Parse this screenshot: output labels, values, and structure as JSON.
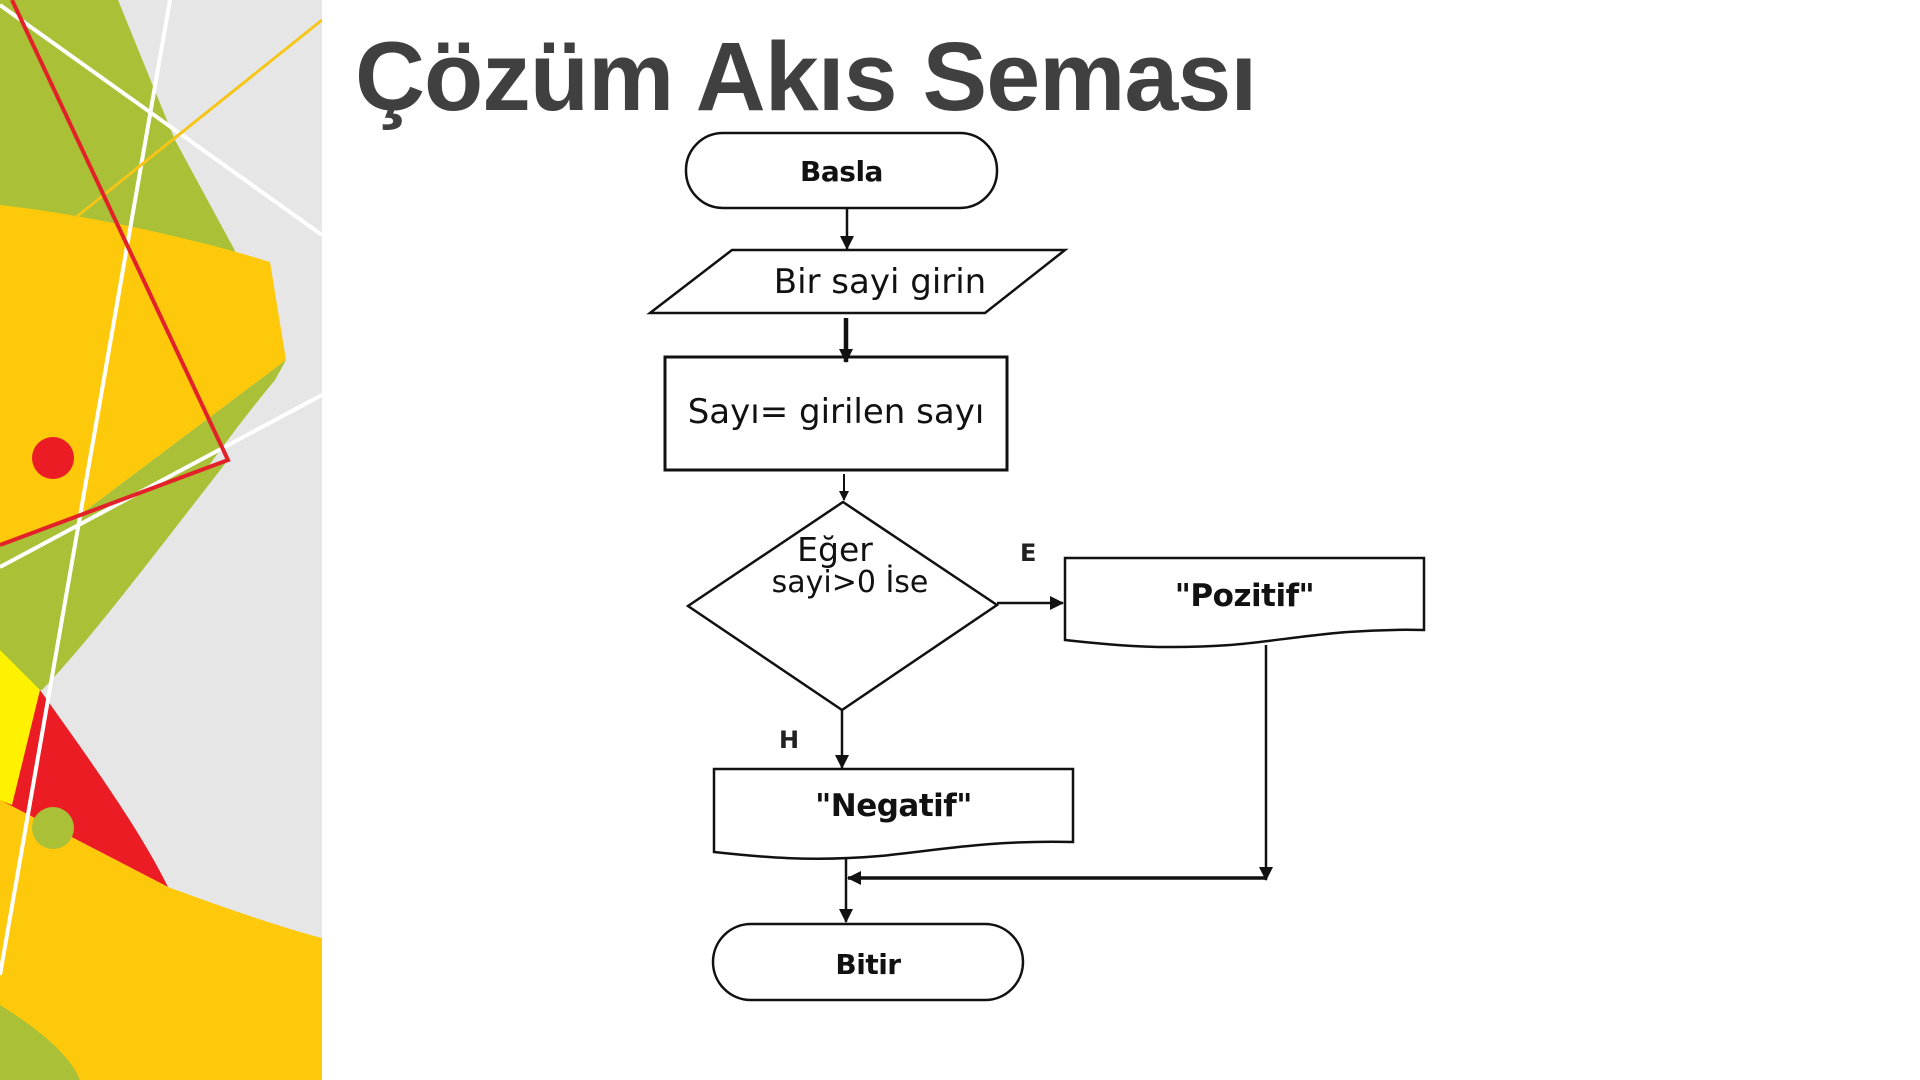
{
  "slide": {
    "title": "Çözüm Akıs Seması"
  },
  "flowchart": {
    "nodes": [
      {
        "id": "start",
        "type": "terminator",
        "label": "Basla"
      },
      {
        "id": "input",
        "type": "input-output",
        "label": "Bir sayi girin"
      },
      {
        "id": "assign",
        "type": "process",
        "label": "Sayı= girilen sayı"
      },
      {
        "id": "decision",
        "type": "decision",
        "label_line1": "Eğer",
        "label_line2": "sayi>0 İse"
      },
      {
        "id": "positive",
        "type": "document",
        "label": "\"Pozitif\""
      },
      {
        "id": "negative",
        "type": "document",
        "label": "\"Negatif\""
      },
      {
        "id": "end",
        "type": "terminator",
        "label": "Bitir"
      }
    ],
    "edges": [
      {
        "from": "start",
        "to": "input",
        "label": ""
      },
      {
        "from": "input",
        "to": "assign",
        "label": ""
      },
      {
        "from": "assign",
        "to": "decision",
        "label": ""
      },
      {
        "from": "decision",
        "to": "positive",
        "label": "E"
      },
      {
        "from": "decision",
        "to": "negative",
        "label": "H"
      },
      {
        "from": "negative",
        "to": "end",
        "label": ""
      },
      {
        "from": "positive",
        "to": "end",
        "label": ""
      }
    ]
  },
  "colors": {
    "title": "#404040",
    "panel_bg": "#e6e6e7",
    "green": "#a9c037",
    "yellow": "#fec80b",
    "bright_yellow": "#fff200",
    "red": "#ec1c24",
    "line": "#111111"
  }
}
